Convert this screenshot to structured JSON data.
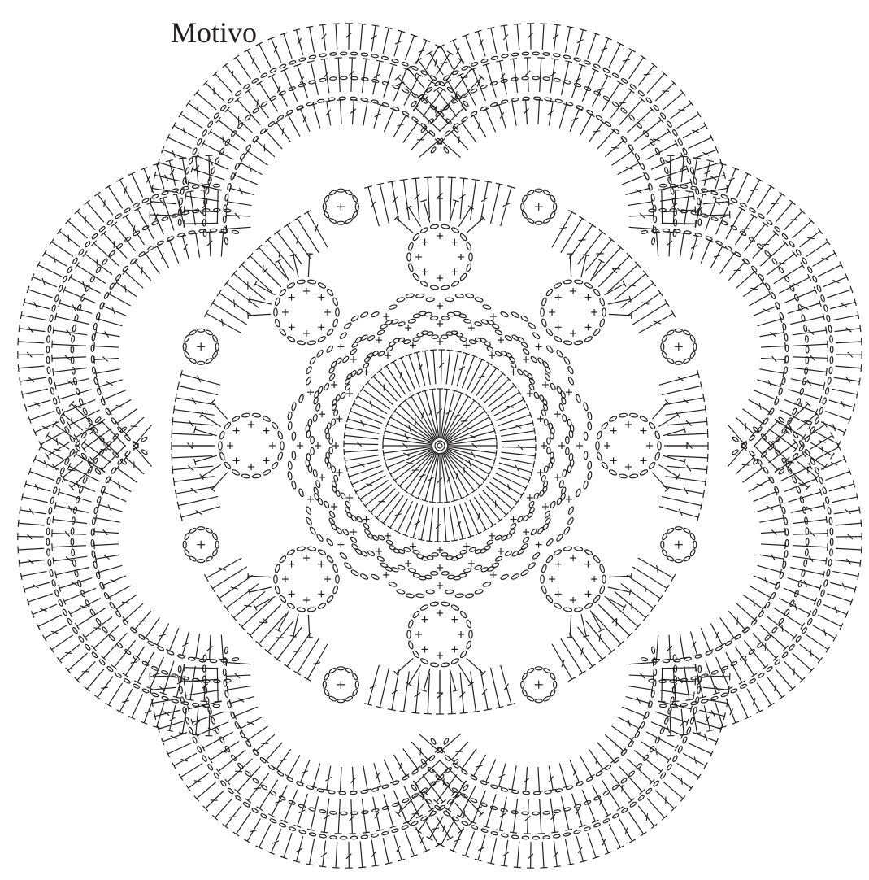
{
  "title": "Motivo",
  "colors": {
    "ink": "#231f20",
    "background": "#ffffff"
  },
  "diagram": {
    "type": "crochet-chart",
    "symmetry": 8,
    "symbols": [
      "chain-oval",
      "double-crochet-stitch",
      "single-crochet-cross",
      "magic-ring"
    ]
  }
}
